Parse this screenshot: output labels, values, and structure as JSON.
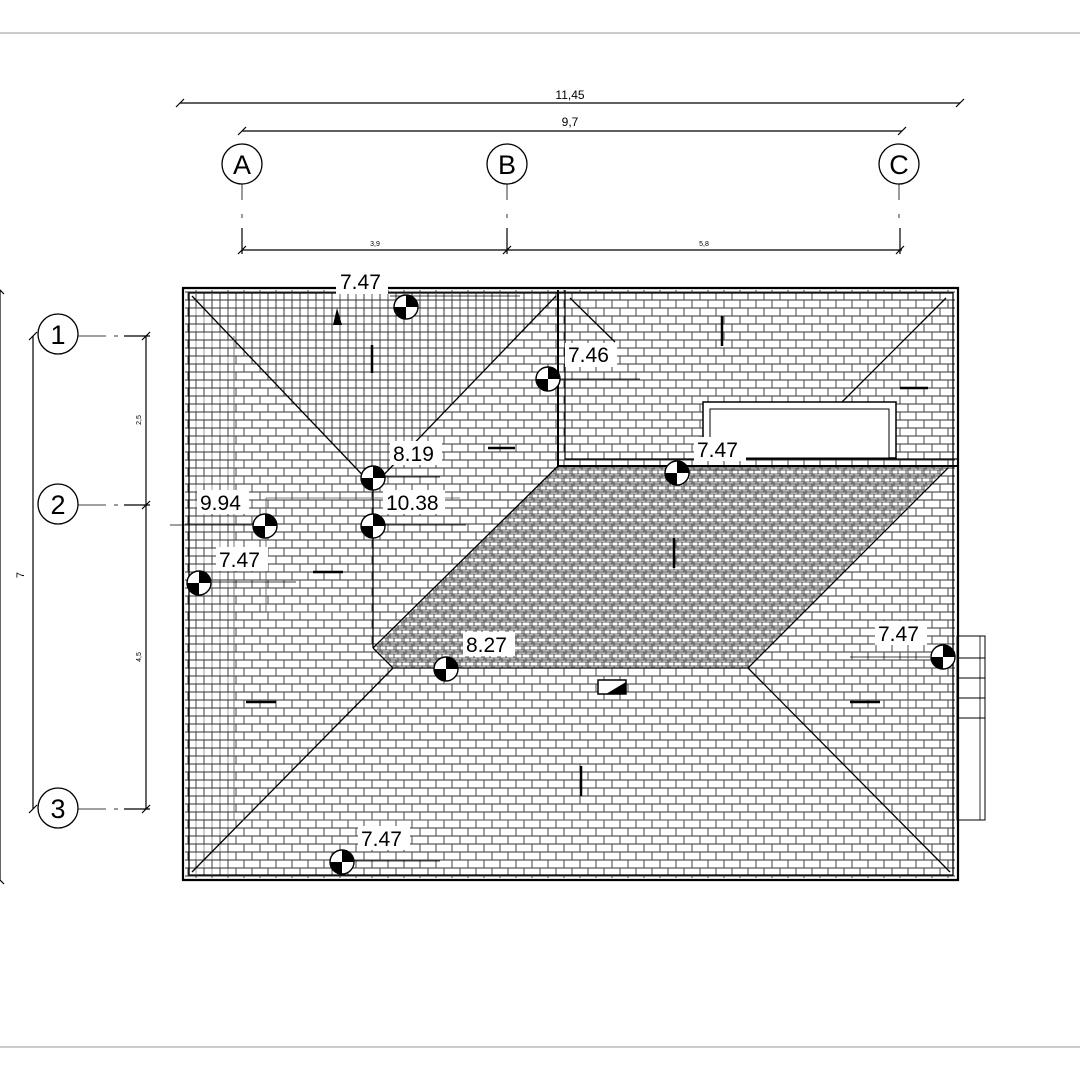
{
  "dimensions": {
    "overall_width": "11,45",
    "axis_width": "9,7",
    "span_ab": "3,9",
    "span_bc": "5,8",
    "overall_depth": "7",
    "span_12": "2,5",
    "span_23": "4,5"
  },
  "grid_axes": {
    "columns": [
      "A",
      "B",
      "C"
    ],
    "rows": [
      "1",
      "2",
      "3"
    ]
  },
  "elevations": {
    "top_left_eave": "7.47",
    "inner_valley": "7.46",
    "mid_eave": "7.47",
    "ridge_upper": "8.19",
    "left_ridge": "9.94",
    "peak": "10.38",
    "left_eave": "7.47",
    "ridge_lower": "8.27",
    "right_eave": "7.47",
    "bottom_eave": "7.47"
  },
  "colors": {
    "line": "#000000",
    "hatch": "#333333",
    "frame": "#9a9a9a"
  }
}
